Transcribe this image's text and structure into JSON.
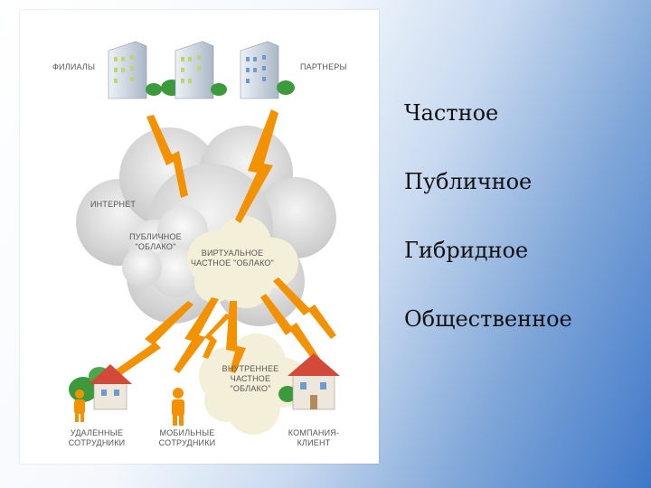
{
  "diagram": {
    "top_left_label": "ФИЛИАЛЫ",
    "top_right_label": "ПАРТНЕРЫ",
    "internet_label": "ИНТЕРНЕТ",
    "public_cloud_label": "ПУБЛИЧНОЕ\n\"ОБЛАКО\"",
    "virtual_private_label": "ВИРТУАЛЬНОЕ\nЧАСТНОЕ \"ОБЛАКО\"",
    "internal_cloud_label": "ВНУТРЕННЕЕ\nЧАСТНОЕ\n\"ОБЛАКО\"",
    "remote_label": "УДАЛЕННЫЕ\nСОТРУДНИКИ",
    "mobile_label": "МОБИЛЬНЫЕ\nСОТРУДНИКИ",
    "client_label": "КОМПАНИЯ-\nКЛИЕНТ"
  },
  "cloud_types": [
    "Частное",
    "Публичное",
    "Гибридное",
    "Общественное"
  ],
  "colors": {
    "lightning": "#f39200",
    "cloud": "#dcdcdc",
    "building": "#c8d3df",
    "roof": "#d44a3a",
    "person": "#f39200"
  }
}
